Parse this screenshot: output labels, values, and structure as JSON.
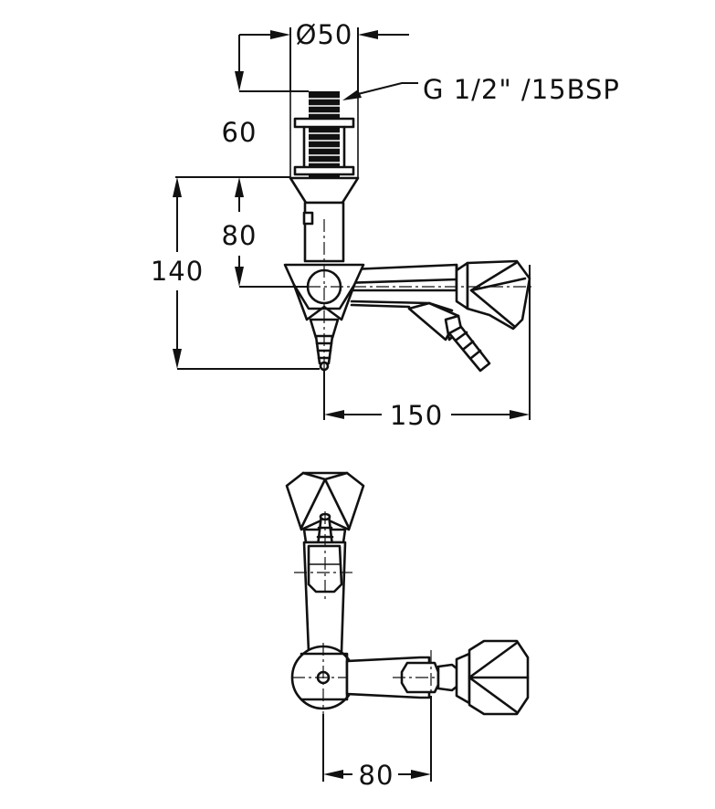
{
  "dimensions": {
    "diameter": "Ø50",
    "thread": "G 1/2\" /15BSP",
    "shank_height": "60",
    "body_height": "80",
    "total_height": "140",
    "reach": "150",
    "bottom_spacing": "80"
  }
}
